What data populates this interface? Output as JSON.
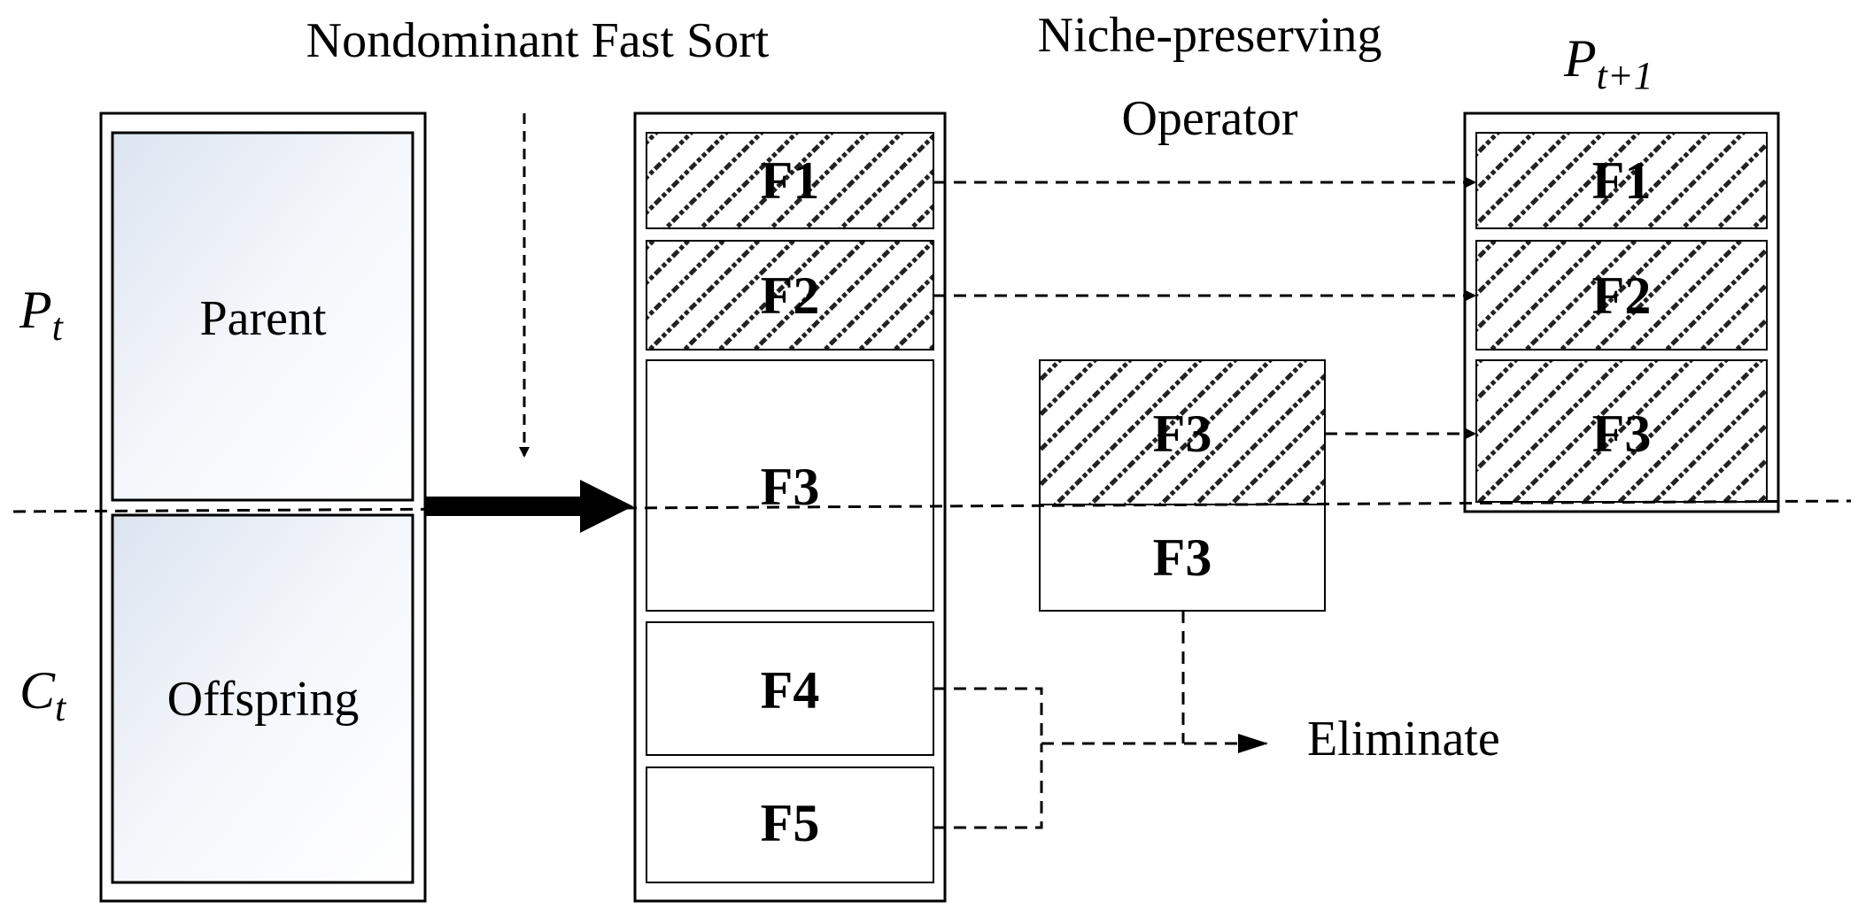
{
  "headings": {
    "sort": "Nondominant Fast Sort",
    "niche_line1": "Niche-preserving",
    "niche_line2": "Operator",
    "next_gen_base": "P",
    "next_gen_sub": "t+1"
  },
  "population": {
    "parent_label": "Parent",
    "offspring_label": "Offspring",
    "parent_symbol_base": "P",
    "parent_symbol_sub": "t",
    "offspring_symbol_base": "C",
    "offspring_symbol_sub": "t"
  },
  "fronts": {
    "f1": "F1",
    "f2": "F2",
    "f3": "F3",
    "f4": "F4",
    "f5": "F5"
  },
  "niche": {
    "selected": "F3",
    "rejected": "F3"
  },
  "next_population": {
    "f1": "F1",
    "f2": "F2",
    "f3": "F3"
  },
  "eliminate": "Eliminate"
}
